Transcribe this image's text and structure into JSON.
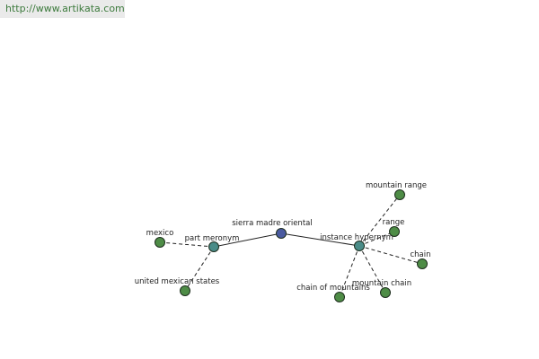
{
  "header": {
    "url": "http://www.artikata.com"
  },
  "graph": {
    "colors": {
      "center": "#4a5aa0",
      "relation": "#4a8c88",
      "leaf": "#4e8c46"
    },
    "nodes": [
      {
        "id": "center",
        "label": "sierra madre oriental",
        "kind": "center"
      },
      {
        "id": "part",
        "label": "part meronym",
        "kind": "relation"
      },
      {
        "id": "hyper",
        "label": "instance hypernym",
        "kind": "relation"
      },
      {
        "id": "mexico",
        "label": "mexico",
        "kind": "leaf"
      },
      {
        "id": "ums",
        "label": "united mexican states",
        "kind": "leaf"
      },
      {
        "id": "mrange",
        "label": "mountain range",
        "kind": "leaf"
      },
      {
        "id": "range",
        "label": "range",
        "kind": "leaf"
      },
      {
        "id": "chain",
        "label": "chain",
        "kind": "leaf"
      },
      {
        "id": "mchain",
        "label": "mountain chain",
        "kind": "leaf"
      },
      {
        "id": "chainofm",
        "label": "chain of mountains",
        "kind": "leaf"
      }
    ],
    "edges": [
      {
        "from": "center",
        "to": "part",
        "style": "solid"
      },
      {
        "from": "center",
        "to": "hyper",
        "style": "solid"
      },
      {
        "from": "part",
        "to": "mexico",
        "style": "dashed"
      },
      {
        "from": "part",
        "to": "ums",
        "style": "dashed"
      },
      {
        "from": "hyper",
        "to": "mrange",
        "style": "dashed"
      },
      {
        "from": "hyper",
        "to": "range",
        "style": "dashed"
      },
      {
        "from": "hyper",
        "to": "chain",
        "style": "dashed"
      },
      {
        "from": "hyper",
        "to": "mchain",
        "style": "dashed"
      },
      {
        "from": "hyper",
        "to": "chainofm",
        "style": "dashed"
      }
    ]
  }
}
